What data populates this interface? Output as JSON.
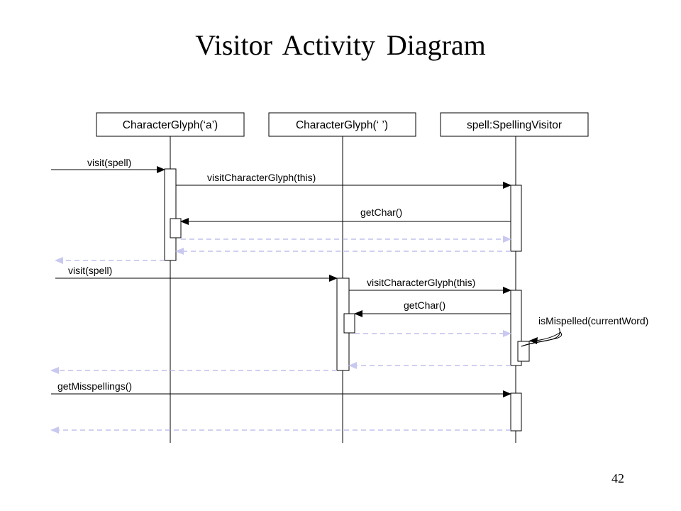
{
  "title": "Visitor Activity Diagram",
  "page_number": "42",
  "participants": {
    "glyph_a": "CharacterGlyph(‘a’)",
    "glyph_space": "CharacterGlyph(‘ ’)",
    "visitor": "spell:SpellingVisitor"
  },
  "messages": {
    "visit_spell_1": "visit(spell)",
    "visit_char_glyph_1": "visitCharacterGlyph(this)",
    "get_char_1": "getChar()",
    "visit_spell_2": "visit(spell)",
    "visit_char_glyph_2": "visitCharacterGlyph(this)",
    "get_char_2": "getChar()",
    "is_mispelled": "isMispelled(currentWord)",
    "get_misspellings": "getMisspellings()"
  },
  "colors": {
    "call_line": "#000000",
    "return_line": "#b4b4e6",
    "return_arrowhead": "#c8c8f0"
  }
}
